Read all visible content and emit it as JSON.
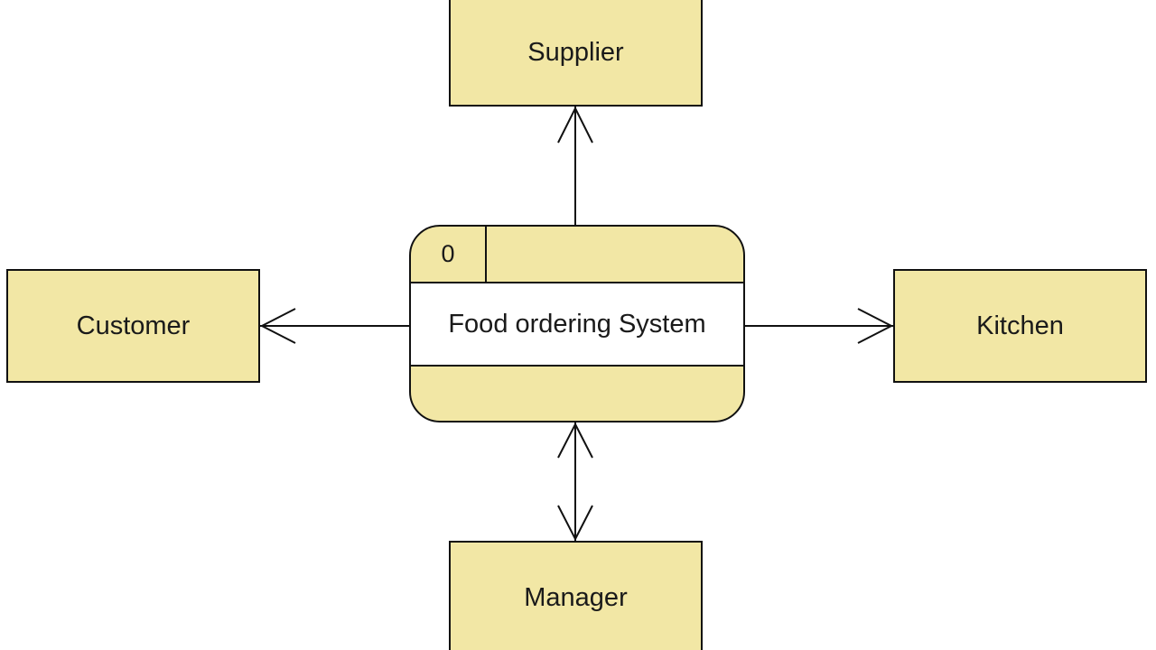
{
  "diagram": {
    "entities": {
      "supplier": "Supplier",
      "customer": "Customer",
      "kitchen": "Kitchen",
      "manager": "Manager"
    },
    "process": {
      "id": "0",
      "name": "Food ordering System"
    },
    "flows": [
      {
        "from": "process",
        "to": "supplier",
        "direction": "to-entity"
      },
      {
        "from": "process",
        "to": "customer",
        "direction": "to-entity"
      },
      {
        "from": "process",
        "to": "kitchen",
        "direction": "to-entity"
      },
      {
        "from": "process",
        "to": "manager",
        "direction": "bidirectional"
      }
    ],
    "colors": {
      "shape_fill": "#f2e7a5",
      "name_band_fill": "#ffffff",
      "line": "#111111",
      "background": "#ffffff"
    }
  }
}
